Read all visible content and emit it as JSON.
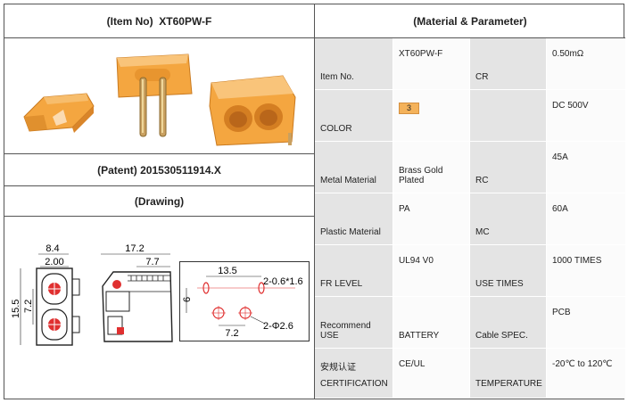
{
  "item_header": {
    "prefix": "(Item No)",
    "value": "XT60PW-F"
  },
  "patent": {
    "prefix": "(Patent)",
    "value": "201530511914.X"
  },
  "drawing_label": "(Drawing)",
  "param_header": "(Material & Parameter)",
  "params": [
    {
      "label1": "Item No.",
      "value1": "XT60PW-F",
      "label2": "CR",
      "value2": "0.50mΩ"
    },
    {
      "label1": "COLOR",
      "value1": "3",
      "label2": "",
      "value2": "DC 500V"
    },
    {
      "label1": "Metal Material",
      "value1": "Brass Gold Plated",
      "label2": "RC",
      "value2": "45A"
    },
    {
      "label1": "Plastic Material",
      "value1": "PA",
      "label2": "MC",
      "value2": "60A"
    },
    {
      "label1": "FR LEVEL",
      "value1": "UL94 V0",
      "label2": "USE TIMES",
      "value2": "1000 TIMES"
    },
    {
      "label1": "Recommend USE",
      "value1": "BATTERY",
      "label2": "Cable SPEC.",
      "value2": "PCB"
    },
    {
      "label1_cn": "安规认证",
      "label1": "CERTIFICATION",
      "value1": "CE/UL",
      "label2": "TEMPERATURE",
      "value2": "-20℃ to 120℃"
    }
  ],
  "colors": {
    "connector_orange": "#f4a640",
    "chip": "#f4b25a",
    "brass": "#c9a060"
  },
  "drawing": {
    "front": {
      "w1": "8.4",
      "w2": "2.00",
      "h1": "15.5",
      "h2": "7.2"
    },
    "side": {
      "w1": "17.2",
      "w2": "7.7"
    },
    "pcb": {
      "d1": "13.5",
      "d2": "2-0.6*1.6",
      "d3": "6",
      "d4": "7.2",
      "d5": "2-Φ2.6"
    }
  }
}
